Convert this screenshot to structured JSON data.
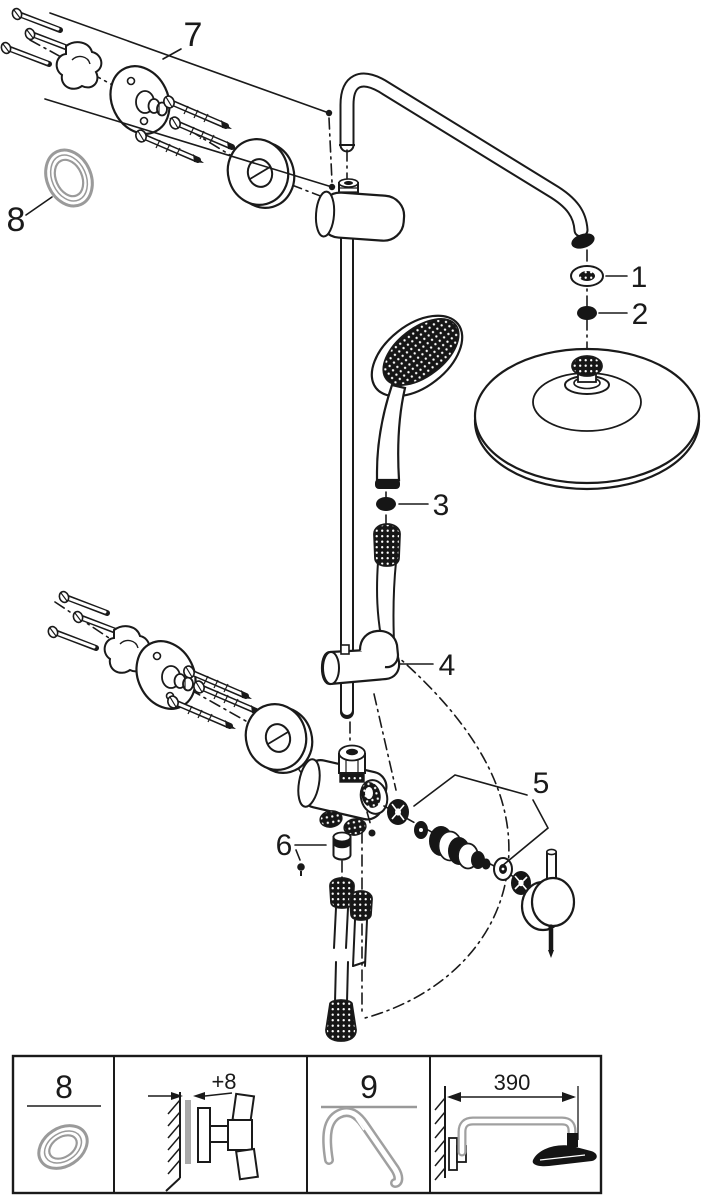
{
  "diagram": {
    "title": "shower-system-exploded-view",
    "colors": {
      "line": "#1a1a1a",
      "gray_part": "#9a9a9a",
      "dark_fill": "#161616",
      "background": "#ffffff"
    },
    "callouts": [
      {
        "label": "1",
        "part": "flat-seal-washer"
      },
      {
        "label": "2",
        "part": "o-ring"
      },
      {
        "label": "3",
        "part": "o-ring-hand-shower"
      },
      {
        "label": "4",
        "part": "hand-shower-holder-slider"
      },
      {
        "label": "5",
        "part": "diverter-cartridge-parts"
      },
      {
        "label": "6",
        "part": "non-return-valve"
      },
      {
        "label": "7",
        "part": "wall-mount-hardware-set"
      },
      {
        "label": "8",
        "part": "spacer-ring"
      }
    ],
    "footer": {
      "panels": [
        {
          "label": "8",
          "part": "spacer-ring"
        },
        {
          "label": "+8",
          "part": "wall-offset-dimension-mm"
        },
        {
          "label": "9",
          "part": "shower-arm"
        },
        {
          "label": "390",
          "part": "arm-projection-dimension-mm"
        }
      ]
    }
  }
}
